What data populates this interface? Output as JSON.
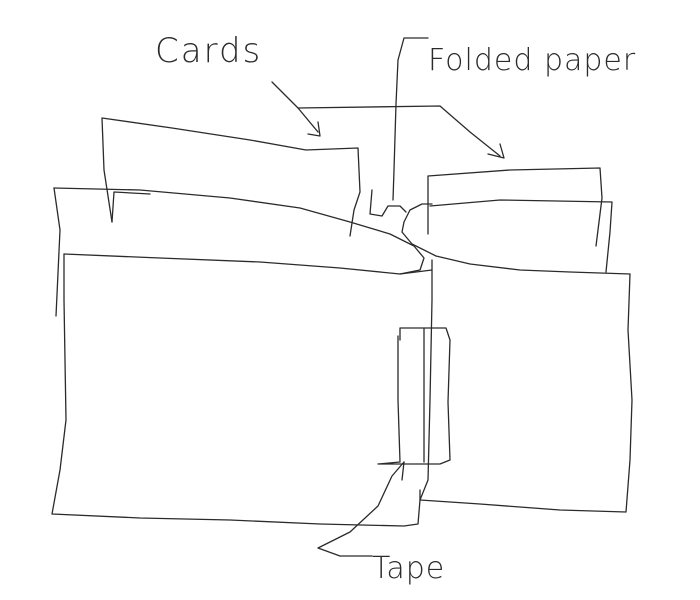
{
  "labels": {
    "cards": "Cards",
    "folded_paper": "Folded paper",
    "tape": "Tape"
  },
  "colors": {
    "ink": "#2b2b2b",
    "background": "#ffffff"
  }
}
